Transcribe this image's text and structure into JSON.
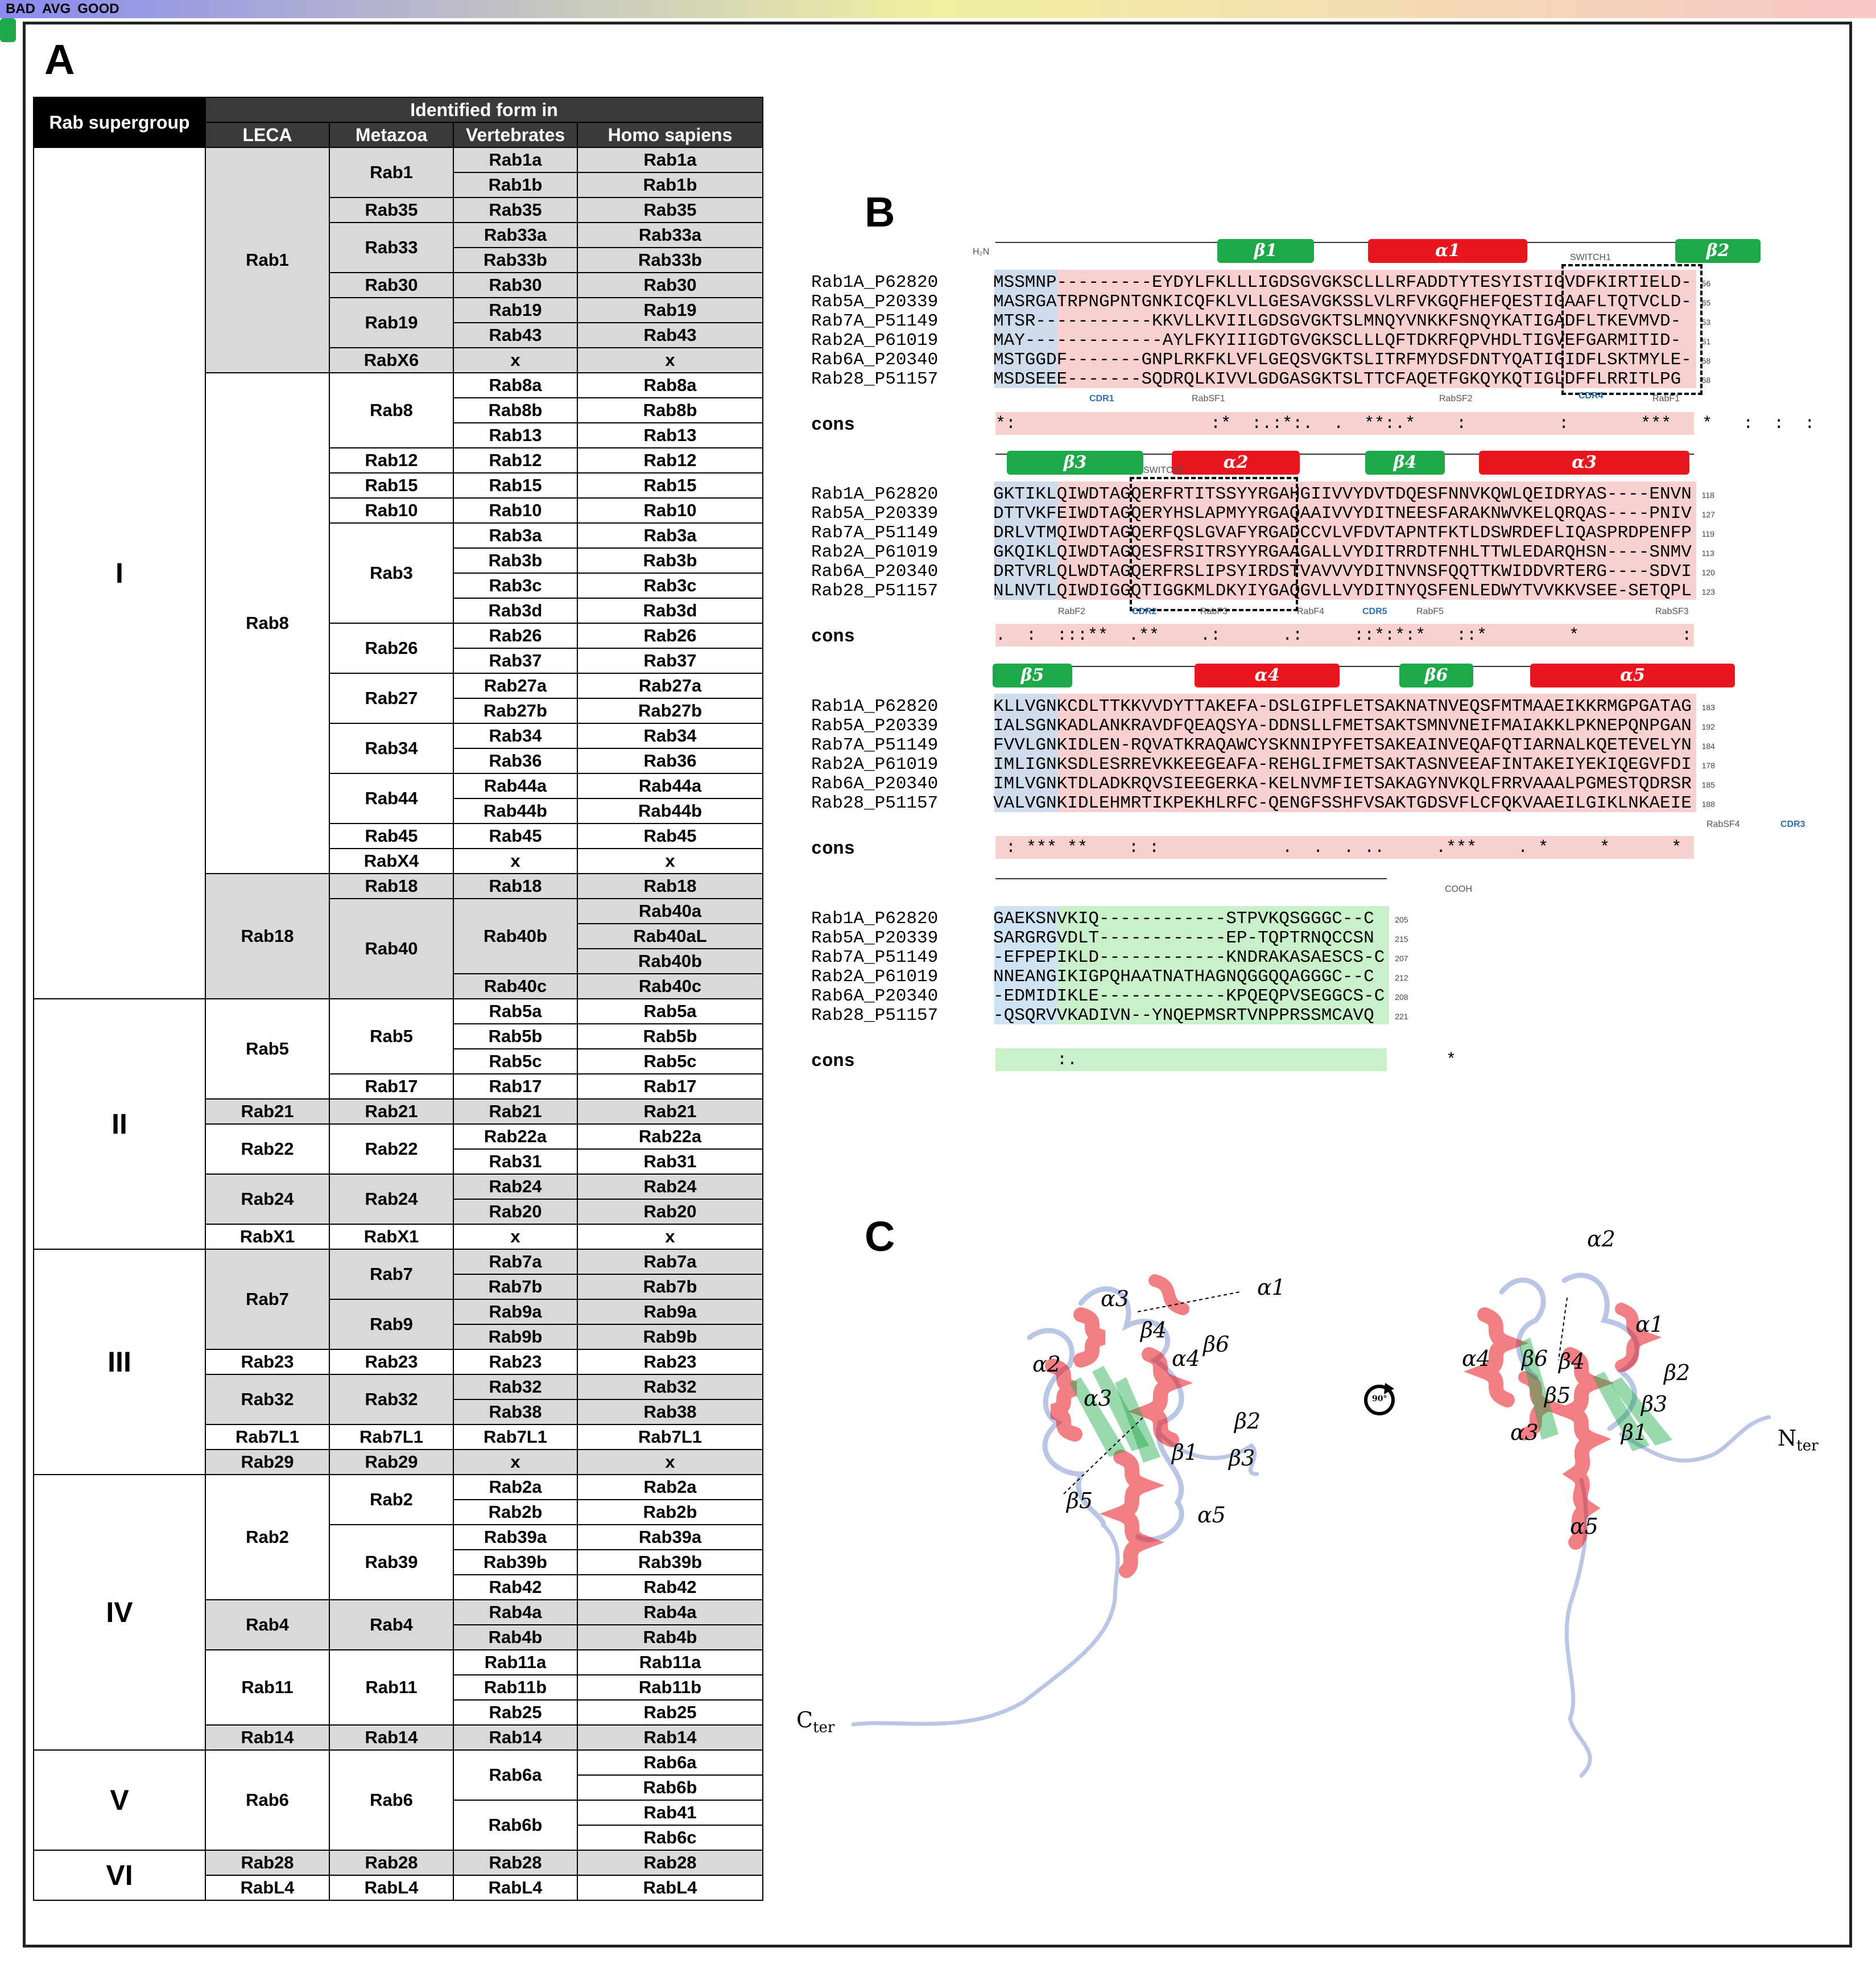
{
  "panels": {
    "a": "A",
    "b": "B",
    "c": "C"
  },
  "tableA": {
    "headers": {
      "supergroup": "Rab supergroup",
      "identified": "Identified form in",
      "cols": [
        "LECA",
        "Metazoa",
        "Vertebrates",
        "Homo sapiens"
      ]
    },
    "rows": [
      {
        "sg": "I",
        "leca": "Rab1",
        "met": "Rab1",
        "vert": "Rab1a",
        "hs": "Rab1a"
      },
      {
        "vert": "Rab1b",
        "hs": "Rab1b"
      },
      {
        "met": "Rab35",
        "vert": "Rab35",
        "hs": "Rab35"
      },
      {
        "met": "Rab33",
        "vert": "Rab33a",
        "hs": "Rab33a"
      },
      {
        "vert": "Rab33b",
        "hs": "Rab33b"
      },
      {
        "met": "Rab30",
        "vert": "Rab30",
        "hs": "Rab30"
      },
      {
        "met": "Rab19",
        "vert": "Rab19",
        "hs": "Rab19"
      },
      {
        "vert": "Rab43",
        "hs": "Rab43"
      },
      {
        "met": "RabX6",
        "vert": "x",
        "hs": "x"
      },
      {
        "leca": "Rab8",
        "met": "Rab8",
        "vert": "Rab8a",
        "hs": "Rab8a"
      },
      {
        "vert": "Rab8b",
        "hs": "Rab8b"
      },
      {
        "vert": "Rab13",
        "hs": "Rab13"
      },
      {
        "met": "Rab12",
        "vert": "Rab12",
        "hs": "Rab12"
      },
      {
        "met": "Rab15",
        "vert": "Rab15",
        "hs": "Rab15"
      },
      {
        "met": "Rab10",
        "vert": "Rab10",
        "hs": "Rab10"
      },
      {
        "met": "Rab3",
        "vert": "Rab3a",
        "hs": "Rab3a"
      },
      {
        "vert": "Rab3b",
        "hs": "Rab3b"
      },
      {
        "vert": "Rab3c",
        "hs": "Rab3c"
      },
      {
        "vert": "Rab3d",
        "hs": "Rab3d"
      },
      {
        "met": "Rab26",
        "vert": "Rab26",
        "hs": "Rab26"
      },
      {
        "vert": "Rab37",
        "hs": "Rab37"
      },
      {
        "met": "Rab27",
        "vert": "Rab27a",
        "hs": "Rab27a"
      },
      {
        "vert": "Rab27b",
        "hs": "Rab27b"
      },
      {
        "met": "Rab34",
        "vert": "Rab34",
        "hs": "Rab34"
      },
      {
        "vert": "Rab36",
        "hs": "Rab36"
      },
      {
        "met": "Rab44",
        "vert": "Rab44a",
        "hs": "Rab44a"
      },
      {
        "vert": "Rab44b",
        "hs": "Rab44b"
      },
      {
        "met": "Rab45",
        "vert": "Rab45",
        "hs": "Rab45"
      },
      {
        "met": "RabX4",
        "vert": "x",
        "hs": "x"
      },
      {
        "leca": "Rab18",
        "met": "Rab18",
        "vert": "Rab18",
        "hs": "Rab18"
      },
      {
        "met": "Rab40",
        "vert": "Rab40b",
        "hs": "Rab40a"
      },
      {
        "hs": "Rab40aL"
      },
      {
        "hs": "Rab40b"
      },
      {
        "vert": "Rab40c",
        "hs": "Rab40c"
      },
      {
        "sg": "II",
        "leca": "Rab5",
        "met": "Rab5",
        "vert": "Rab5a",
        "hs": "Rab5a"
      },
      {
        "vert": "Rab5b",
        "hs": "Rab5b"
      },
      {
        "vert": "Rab5c",
        "hs": "Rab5c"
      },
      {
        "met": "Rab17",
        "vert": "Rab17",
        "hs": "Rab17"
      },
      {
        "leca": "Rab21",
        "met": "Rab21",
        "vert": "Rab21",
        "hs": "Rab21"
      },
      {
        "leca": "Rab22",
        "met": "Rab22",
        "vert": "Rab22a",
        "hs": "Rab22a"
      },
      {
        "vert": "Rab31",
        "hs": "Rab31"
      },
      {
        "leca": "Rab24",
        "met": "Rab24",
        "vert": "Rab24",
        "hs": "Rab24"
      },
      {
        "vert": "Rab20",
        "hs": "Rab20"
      },
      {
        "leca": "RabX1",
        "met": "RabX1",
        "vert": "x",
        "hs": "x"
      },
      {
        "sg": "III",
        "leca": "Rab7",
        "met": "Rab7",
        "vert": "Rab7a",
        "hs": "Rab7a"
      },
      {
        "vert": "Rab7b",
        "hs": "Rab7b"
      },
      {
        "met": "Rab9",
        "vert": "Rab9a",
        "hs": "Rab9a"
      },
      {
        "vert": "Rab9b",
        "hs": "Rab9b"
      },
      {
        "leca": "Rab23",
        "met": "Rab23",
        "vert": "Rab23",
        "hs": "Rab23"
      },
      {
        "leca": "Rab32",
        "met": "Rab32",
        "vert": "Rab32",
        "hs": "Rab32"
      },
      {
        "vert": "Rab38",
        "hs": "Rab38"
      },
      {
        "leca": "Rab7L1",
        "met": "Rab7L1",
        "vert": "Rab7L1",
        "hs": "Rab7L1"
      },
      {
        "leca": "Rab29",
        "met": "Rab29",
        "vert": "x",
        "hs": "x"
      },
      {
        "sg": "IV",
        "leca": "Rab2",
        "met": "Rab2",
        "vert": "Rab2a",
        "hs": "Rab2a"
      },
      {
        "vert": "Rab2b",
        "hs": "Rab2b"
      },
      {
        "met": "Rab39",
        "vert": "Rab39a",
        "hs": "Rab39a"
      },
      {
        "vert": "Rab39b",
        "hs": "Rab39b"
      },
      {
        "vert": "Rab42",
        "hs": "Rab42"
      },
      {
        "leca": "Rab4",
        "met": "Rab4",
        "vert": "Rab4a",
        "hs": "Rab4a"
      },
      {
        "vert": "Rab4b",
        "hs": "Rab4b"
      },
      {
        "leca": "Rab11",
        "met": "Rab11",
        "vert": "Rab11a",
        "hs": "Rab11a"
      },
      {
        "vert": "Rab11b",
        "hs": "Rab11b"
      },
      {
        "vert": "Rab25",
        "hs": "Rab25"
      },
      {
        "leca": "Rab14",
        "met": "Rab14",
        "vert": "Rab14",
        "hs": "Rab14"
      },
      {
        "sg": "V",
        "leca": "Rab6",
        "met": "Rab6",
        "vert": "Rab6a",
        "hs": "Rab6a"
      },
      {
        "hs": "Rab6b"
      },
      {
        "vert": "Rab6b",
        "hs": "Rab41"
      },
      {
        "hs": "Rab6c"
      },
      {
        "sg": "VI",
        "leca": "Rab28",
        "met": "Rab28",
        "vert": "Rab28",
        "hs": "Rab28"
      },
      {
        "leca": "RabL4",
        "met": "RabL4",
        "vert": "RabL4",
        "hs": "RabL4"
      }
    ]
  },
  "alignment": {
    "names": [
      "Rab1A_P62820",
      "Rab5A_P20339",
      "Rab7A_P51149",
      "Rab2A_P61019",
      "Rab6A_P20340",
      "Rab28_P51157"
    ],
    "cons_label": "cons",
    "legend": {
      "bad": "BAD",
      "avg": "AVG",
      "good": "GOOD"
    },
    "blocks": [
      {
        "seqs": [
          "MSSMNP---------EYDYLFKLLLIGDSGVGKSCLLLRFADDTYTESYISTIGVDFKIRTIELD-",
          "MASRGATRPNGPNTGNKICQFKLVLLGESAVGKSSLVLRFVKGQFHEFQESTIGAAFLTQTVCLD-",
          "MTSR-----------KKVLLKVIILGDSGVGKTSLMNQYVNKKFSNQYKATIGADFLTKEVMVD-",
          "MAY-------------AYLFKYIIIGDTGVGKSCLLLQFTDKRFQPVHDLTIGVEFGARMITID-",
          "MSTGGDF-------GNPLRKFKLVFLGEQSVGKTSLITRFMYDSFDNTYQATIGIDFLSKTMYLE-",
          "MSDSEEE-------SQDRQLKIVVLGDGASGKTSLTTCFAQETFGKQYKQTIGLDFFLRRITLPG"
        ],
        "nums": [
          "56",
          "65",
          "53",
          "51",
          "58",
          "58"
        ],
        "cons": "*:                   :*  :.:*:.  .  **:.*    :         :       ***   *   :  :  :"
      },
      {
        "seqs": [
          "GKTIKLQIWDTAGQERFRTITSSYYRGAHGIIVVYDVTDQESFNNVKQWLQEIDRYAS----ENVN",
          "DTTVKFEIWDTAGQERYHSLAPMYYRGAQAAIVVYDITNEESFARAKNWVKELQRQAS----PNIV",
          "DRLVTMQIWDTAGQERFQSLGVAFYRGADCCVLVFDVTAPNTFKTLDSWRDEFLIQASPRDPENFP",
          "GKQIKLQIWDTAGQESFRSITRSYYRGAAGALLVYDITRRDTFNHLTTWLEDARQHSN----SNMV",
          "DRTVRLQLWDTAGQERFRSLIPSYIRDSTVAVVVYDITNVNSFQQTTKWIDDVRTERG----SDVI",
          "NLNVTLQIWDIGGQTIGGKMLDKYIYGAQGVLLVYDITNYQSFENLEDWYTVVKKVSEE-SETQPL"
        ],
        "nums": [
          "118",
          "127",
          "119",
          "113",
          "120",
          "123"
        ],
        "cons": ".  :  :::**  .**    .:      .:     ::*:*:*   ::*        *          :"
      },
      {
        "seqs": [
          "KLLVGNKCDLTTKKVVDYTTAKEFA-DSLGIPFLETSAKNATNVEQSFMTMAAEIKKRMGPGATAG",
          "IALSGNKADLANKRAVDFQEAQSYA-DDNSLLFMETSAKTSMNVNEIFMAIAKKLPKNEPQNPGAN",
          "FVVLGNKIDLEN-RQVATKRAQAWCYSKNNIPYFETSAKEAINVEQAFQTIARNALKQETEVELYN",
          "IMLIGNKSDLESRREVKKEEGEAFA-REHGLIFMETSAKTASNVEEAFINTAKEIYEKIQEGVFDI",
          "IMLVGNKTDLADKRQVSIEEGERKA-KELNVMFIETSAKAGYNVKQLFRRVAAALPGMESTQDRSR",
          "VALVGNKIDLEHMRTIKPEKHLRFC-QENGFSSHFVSAKTGDSVFLCFQKVAAEILGIKLNKAEIE"
        ],
        "nums": [
          "183",
          "192",
          "184",
          "178",
          "185",
          "188"
        ],
        "cons": " : *** **    : :            .  .  . ..     .***    . *     *      *"
      },
      {
        "seqs": [
          "GAEKSNVKIQ------------STPVKQSGGGC--C",
          "SARGRGVDLT------------EP-TQPTRNQCCSN",
          "-EFPEPIKLD------------KNDRAKASAESCS-C",
          "NNEANGIKIGPQHAATNATHAGNQGGQQAGGGC--C",
          "-EDMIDIKLE------------KPQEQPVSEGGCS-C",
          "-QSQRVVKADIVN--YNQEPMSRTVNPPRSSMCAVQ"
        ],
        "nums": [
          "205",
          "215",
          "207",
          "212",
          "208",
          "221"
        ],
        "cons": "      :.                                    *"
      }
    ],
    "sse": {
      "b1": "β1",
      "a1": "α1",
      "b2": "β2",
      "b3": "β3",
      "a2": "α2",
      "b4": "β4",
      "a3": "α3",
      "b5": "β5",
      "a4": "α4",
      "b6": "β6",
      "a5": "α5"
    },
    "labels": {
      "switch1": "SWITCH1",
      "switch2": "SWITCH2",
      "h2n": "H₂N",
      "cooh": "COOH",
      "cdr1": "CDR1",
      "cdr2": "CDR2",
      "cdr3": "CDR3",
      "cdr4": "CDR4",
      "cdr5": "CDR5",
      "rabsf1": "RabSF1",
      "rabsf2": "RabSF2",
      "rabsf3": "RabSF3",
      "rabsf4": "RabSF4",
      "rabf1": "RabF1",
      "rabf2": "RabF2",
      "rabf3": "RabF3",
      "rabf4": "RabF4",
      "rabf5": "RabF5"
    }
  },
  "structure": {
    "left": {
      "a3a": "α3",
      "a1": "α1",
      "b4": "β4",
      "a4": "α4",
      "b6": "β6",
      "a2": "α2",
      "a3b": "α3",
      "b2": "β2",
      "b1": "β1",
      "b3": "β3",
      "b5": "β5",
      "a5": "α5",
      "cter": "C",
      "cter_sub": "ter"
    },
    "right": {
      "a2": "α2",
      "a1": "α1",
      "a4": "α4",
      "b6": "β6",
      "b4": "β4",
      "b2": "β2",
      "b5": "β5",
      "b3": "β3",
      "a3": "α3",
      "b1": "β1",
      "nter": "N",
      "nter_sub": "ter",
      "a5": "α5"
    },
    "rotate": "90°"
  },
  "colors": {
    "helix": "#e8161e",
    "strand": "#1ea84a",
    "coil": "#b9c6e6",
    "header": "#3a3a3a",
    "grey": "#d9d9d9"
  }
}
